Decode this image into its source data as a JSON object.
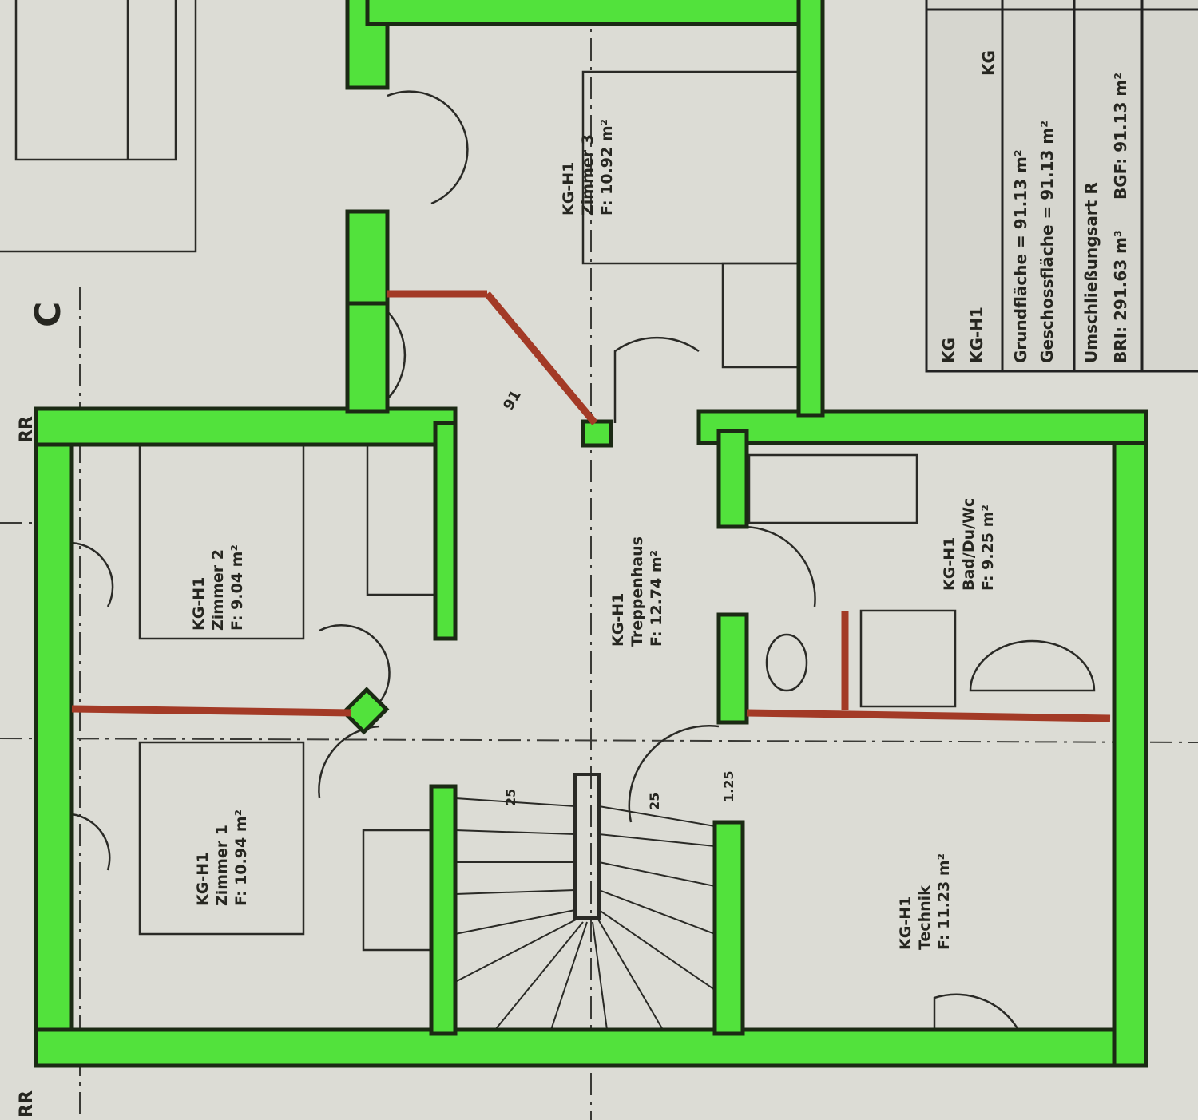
{
  "colors": {
    "wall": "#52e23c",
    "partition": "#a33a26",
    "background": "#dcdcd5",
    "line": "#2a2a26"
  },
  "grid_labels": {
    "c": "C",
    "rr_top": "RR",
    "rr_bottom": "RR"
  },
  "info_box": {
    "level": "KG",
    "unit": "KG-H1",
    "level_short": "KG",
    "grundflaeche": "Grundfläche = 91.13 m²",
    "geschossflaeche": "Geschossfläche = 91.13 m²",
    "umschliessungsart": "Umschließungsart R",
    "bri": "BRI: 291.63 m³",
    "bgf": "BGF: 91.13 m²"
  },
  "rooms": [
    {
      "unit": "KG-H1",
      "name": "Zimmer 3",
      "area": "F: 10.92 m²"
    },
    {
      "unit": "KG-H1",
      "name": "Treppenhaus",
      "area": "F: 12.74 m²"
    },
    {
      "unit": "KG-H1",
      "name": "Bad/Du/Wc",
      "area": "F: 9.25 m²"
    },
    {
      "unit": "KG-H1",
      "name": "Zimmer 2",
      "area": "F: 9.04 m²"
    },
    {
      "unit": "KG-H1",
      "name": "Zimmer 1",
      "area": "F: 10.94 m²"
    },
    {
      "unit": "KG-H1",
      "name": "Technik",
      "area": "F: 11.23 m²"
    }
  ],
  "dimensions": {
    "door_width": "91",
    "stair_a": "25",
    "stair_b": "25",
    "stair_c": "1.25"
  }
}
